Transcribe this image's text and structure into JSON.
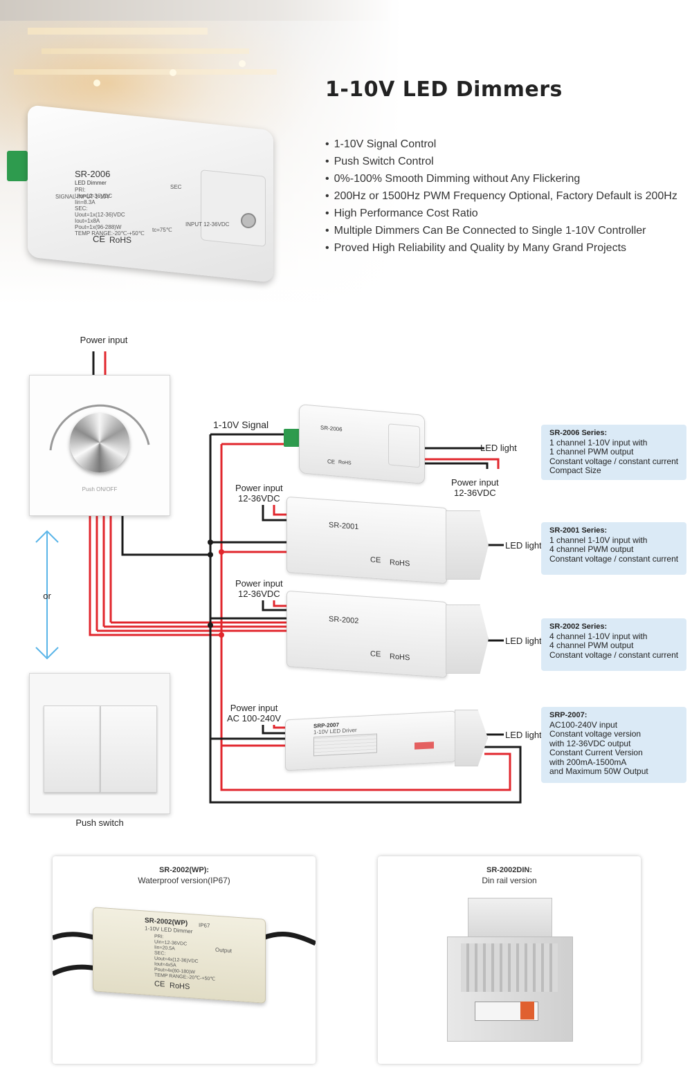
{
  "hero": {
    "title": "1-10V  LED  Dimmers",
    "features": [
      "1-10V Signal Control",
      "Push Switch Control",
      "0%-100% Smooth Dimming without Any Flickering",
      "200Hz or 1500Hz PWM Frequency Optional, Factory Default is 200Hz",
      "High Performance Cost Ratio",
      "Multiple Dimmers Can Be Connected to Single 1-10V Controller",
      "Proved High Reliability and Quality by Many Grand Projects"
    ],
    "device": {
      "model": "SR-2006",
      "type": "LED Dimmer",
      "specs": "PRI:\nUin=12-36VDC\nIin=8.3A\nSEC:\nUout=1x(12-36)VDC\nIout=1x8A\nPout=1x(96-288)W\nTEMP RANGE:-20℃-+50℃",
      "ce": "CE",
      "rohs": "RoHS",
      "tc": "tc=75℃",
      "sec": "SEC",
      "input": "INPUT 12-36VDC",
      "signal": "SIGNAL INPUT 1-10V"
    }
  },
  "diagram": {
    "power_input_top": "Power input",
    "push_label": "Push ON/OFF",
    "or": "or",
    "push_switch": "Push switch",
    "signal": "1-10V Signal",
    "led_light": "LED light",
    "power_input_12_36": "Power input\n12-36VDC",
    "power_input_ac": "Power input\nAC 100-240V",
    "models": {
      "sr2006": "SR-2006",
      "sr2001": "SR-2001",
      "sr2002": "SR-2002",
      "srp2007": "SRP-2007",
      "srp2007_sub": "1-10V LED Driver"
    },
    "ce": "CE",
    "rohs": "RoHS"
  },
  "info_boxes": [
    {
      "title": "SR-2006  Series:",
      "lines": [
        "1 channel 1-10V input with",
        "1 channel PWM output",
        "Constant voltage / constant current",
        "Compact Size"
      ]
    },
    {
      "title": "SR-2001  Series:",
      "lines": [
        "1 channel 1-10V input with",
        "4 channel PWM output",
        "Constant voltage / constant current"
      ]
    },
    {
      "title": "SR-2002  Series:",
      "lines": [
        "4 channel 1-10V input with",
        "4 channel PWM output",
        "Constant voltage / constant current"
      ]
    },
    {
      "title": "SRP-2007:",
      "lines": [
        "AC100-240V input",
        "Constant voltage version",
        "with 12-36VDC output",
        "Constant Current Version",
        "with 200mA-1500mA",
        "and Maximum 50W Output"
      ]
    }
  ],
  "bottom": {
    "wp": {
      "title": "SR-2002(WP):",
      "subtitle": "Waterproof  version(IP67)",
      "model": "SR-2002(WP)",
      "ip": "IP67",
      "type": "1-10V LED Dimmer",
      "specs": "PRI:\nUin=12-36VDC\nIin=20.5A\nSEC:\nUout=4x(12-36)VDC\nIout=4x5A\nPout=4x(60-180)W\nTEMP RANGE:-20℃-+50℃",
      "ce": "CE",
      "rohs": "RoHS",
      "output": "Output"
    },
    "din": {
      "title": "SR-2002DIN:",
      "subtitle": "Din rail version"
    }
  },
  "colors": {
    "wire_red": "#e1262c",
    "wire_black": "#1a1a1a",
    "arrow_blue": "#58b4e8",
    "info_bg": "#dbeaf6"
  }
}
